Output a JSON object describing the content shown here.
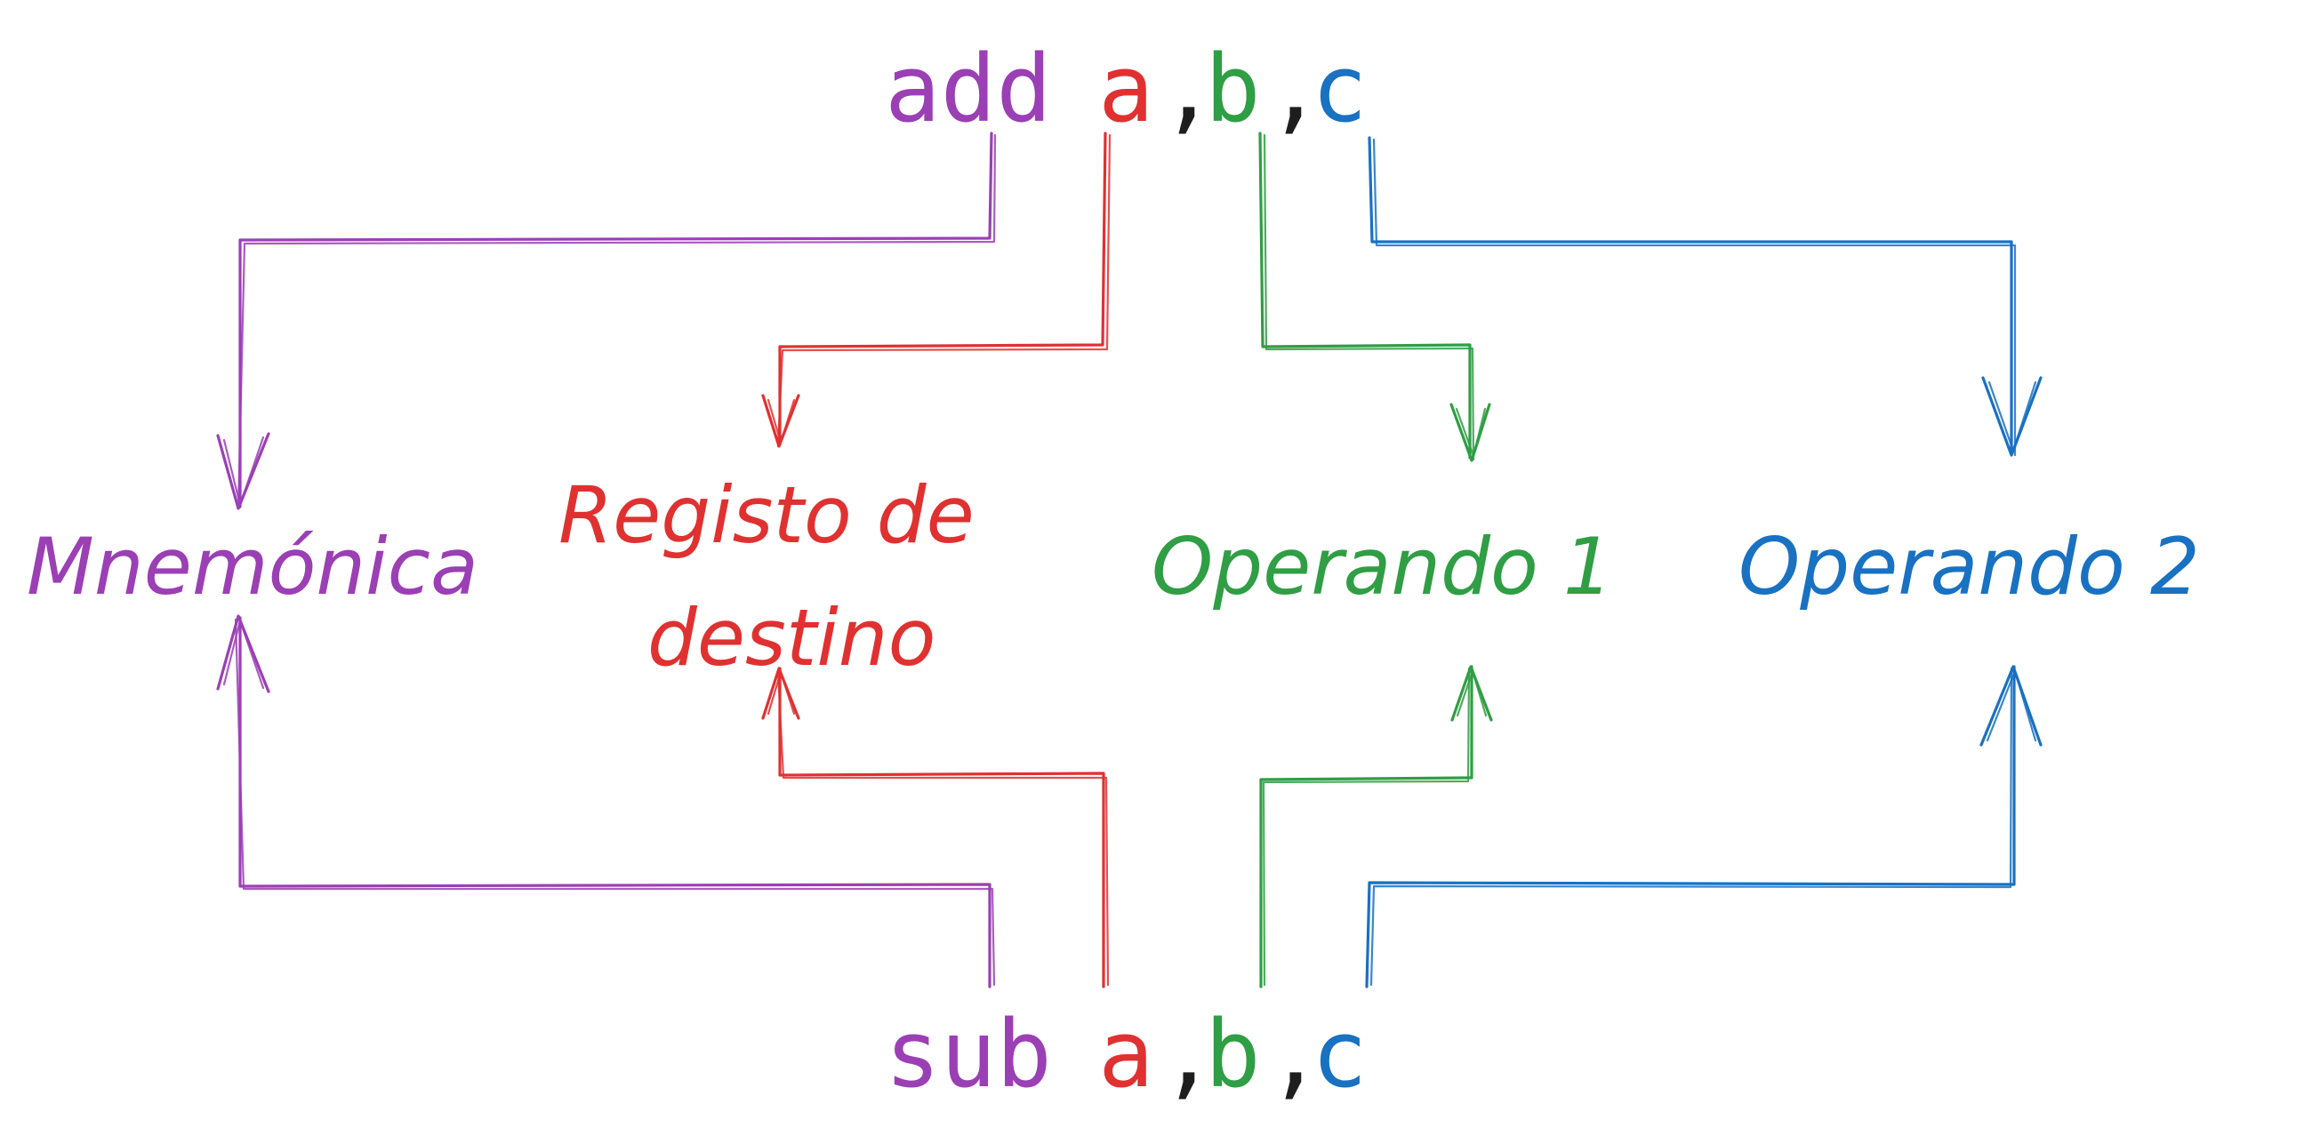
{
  "colors": {
    "mnemonic": "#9b3fb5",
    "dest": "#e03131",
    "op1": "#2f9e44",
    "op2": "#1971c2",
    "comma": "#1e1e1e"
  },
  "instructions": {
    "add": {
      "mnemonic": "add",
      "dest": "a",
      "comma1": ",",
      "op1": "b",
      "comma2": ",",
      "op2": "c"
    },
    "sub": {
      "mnemonic": "sub",
      "dest": "a",
      "comma1": ",",
      "op1": "b",
      "comma2": ",",
      "op2": "c"
    }
  },
  "labels": {
    "mnemonic": "Mnemónica",
    "dest_line1": "Registo de",
    "dest_line2": "destino",
    "op1": "Operando 1",
    "op2": "Operando 2"
  }
}
